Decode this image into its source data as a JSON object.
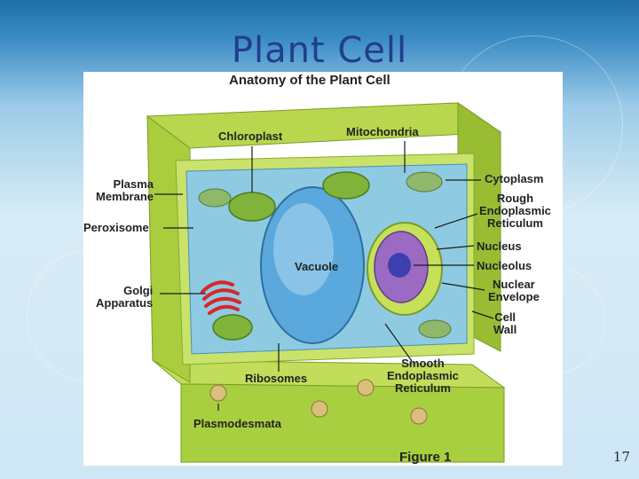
{
  "slide": {
    "title": "Plant Cell",
    "page_number": "17"
  },
  "figure": {
    "title": "Anatomy of the Plant Cell",
    "caption": "Figure 1",
    "labels": {
      "chloroplast": "Chloroplast",
      "mitochondria": "Mitochondria",
      "plasma_membrane": [
        "Plasma",
        "Membrane"
      ],
      "peroxisome": "Peroxisome",
      "golgi": [
        "Golgi",
        "Apparatus"
      ],
      "vacuole": "Vacuole",
      "ribosomes": "Ribosomes",
      "plasmodesmata": "Plasmodesmata",
      "cytoplasm": "Cytoplasm",
      "rough_er": [
        "Rough",
        "Endoplasmic",
        "Reticulum"
      ],
      "nucleus": "Nucleus",
      "nucleolus": "Nucleolus",
      "nuclear_envelope": [
        "Nuclear",
        "Envelope"
      ],
      "cell_wall": [
        "Cell",
        "Wall"
      ],
      "smooth_er": [
        "Smooth",
        "Endoplasmic",
        "Reticulum"
      ]
    }
  },
  "colors": {
    "title": "#233d8c",
    "cell_wall": "#a6cc3c",
    "cytoplasm": "#8ecbe2",
    "vacuole": "#5aa8dc",
    "nucleus": "#9b6bc4",
    "golgi": "#d8262a",
    "chloroplast": "#7fb33a",
    "leader_line": "#1a1a1a"
  }
}
